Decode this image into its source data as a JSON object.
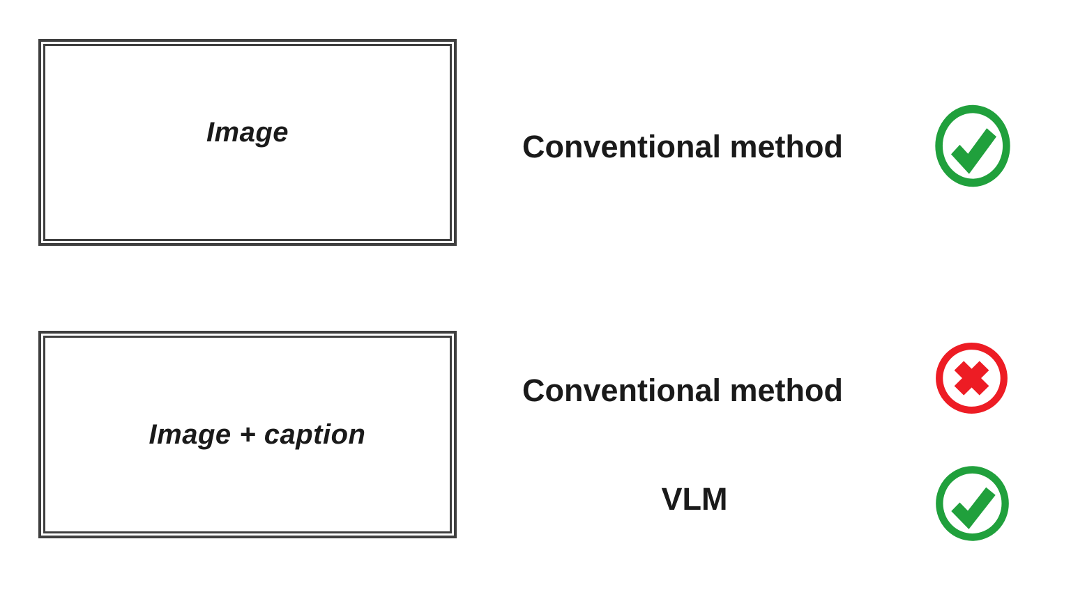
{
  "figure": {
    "rows": [
      {
        "box_label": "Image",
        "evaluations": [
          {
            "method_label": "Conventional method",
            "result": "pass"
          }
        ]
      },
      {
        "box_label": "Image + caption",
        "evaluations": [
          {
            "method_label": "Conventional method",
            "result": "fail"
          },
          {
            "method_label": "VLM",
            "result": "pass"
          }
        ]
      }
    ]
  },
  "icons": {
    "pass": "check-circle-icon",
    "fail": "x-circle-icon"
  },
  "colors": {
    "success_green": "#20a03c",
    "error_red": "#ed1c24",
    "box_border": "#3f3f3f",
    "text": "#1a1a1a",
    "background": "#ffffff"
  }
}
